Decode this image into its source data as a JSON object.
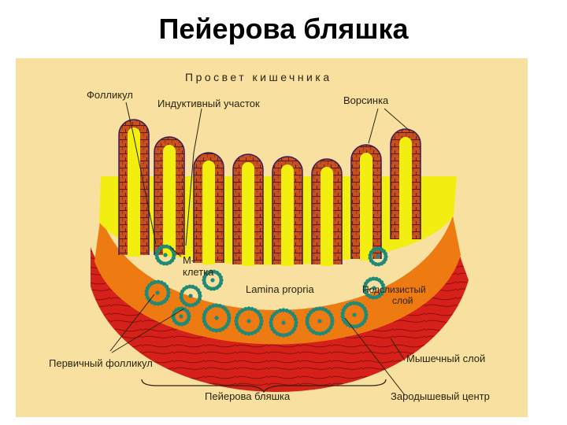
{
  "title": "Пейерова бляшка",
  "labels": {
    "lumen": "Просвет кишечника",
    "follicle": "Фолликул",
    "inductive_site": "Индуктивный участок",
    "villus": "Ворсинка",
    "m_cell_line1": "М-",
    "m_cell_line2": "клетка",
    "lamina_propria": "Lamina propria",
    "submucosa_line1": "Подслизистый",
    "submucosa_line2": "слой",
    "primary_follicle": "Первичный фолликул",
    "muscle_layer": "Мышечный слой",
    "peyer_patch": "Пейерова бляшка",
    "germinal_center": "Зародышевый центр"
  },
  "colors": {
    "background": "#f7e0a0",
    "villus_wall": "#c84f1e",
    "lamina_propria": "#f2ee10",
    "submucosa": "#ee7a12",
    "muscle": "#d6201a",
    "lymph_cells": "#1f8a78"
  }
}
